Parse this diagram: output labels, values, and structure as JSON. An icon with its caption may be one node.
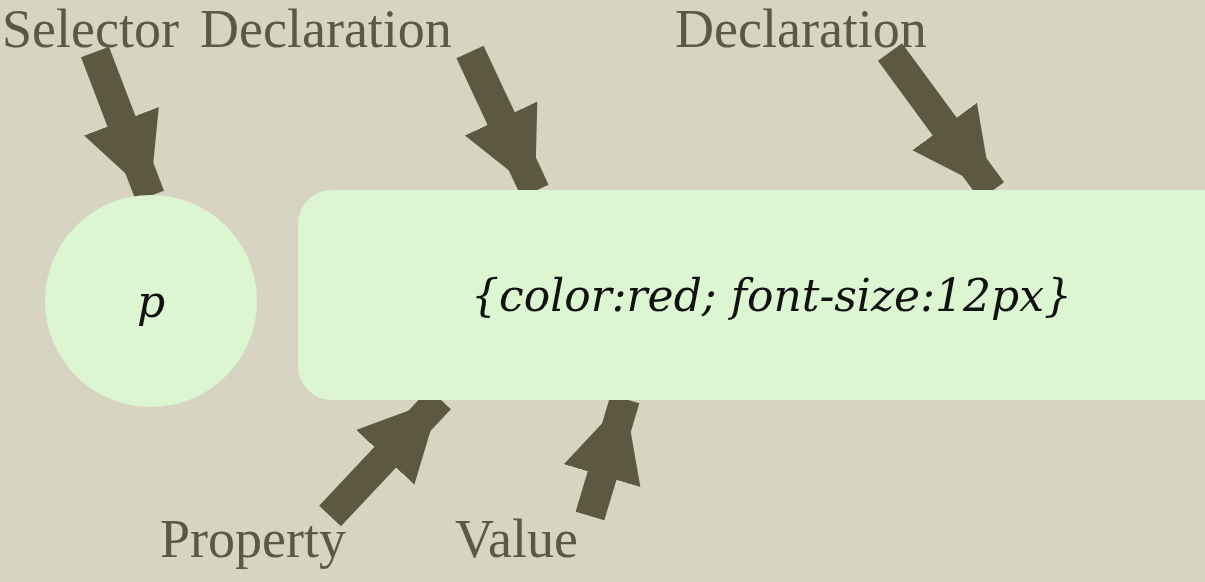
{
  "diagram": {
    "nodes": [
      {
        "text": [
          "Selector"
        ]
      },
      {
        "text": [
          "Declaration"
        ]
      },
      {
        "text": [
          "Declaration"
        ]
      },
      {
        "text": [
          "p"
        ]
      },
      {
        "text": [
          "{color:red; font-size:12px}"
        ]
      },
      {
        "text": [
          "Property"
        ]
      },
      {
        "text": [
          "Value"
        ]
      }
    ],
    "edges": [
      {
        "from": 0,
        "to": 3,
        "arrow": "to"
      },
      {
        "from": 1,
        "to": 4,
        "arrow": "to"
      },
      {
        "from": 2,
        "to": 4,
        "arrow": "to"
      },
      {
        "from": 5,
        "to": 4,
        "arrow": "to"
      },
      {
        "from": 6,
        "to": 4,
        "arrow": "to"
      }
    ]
  }
}
